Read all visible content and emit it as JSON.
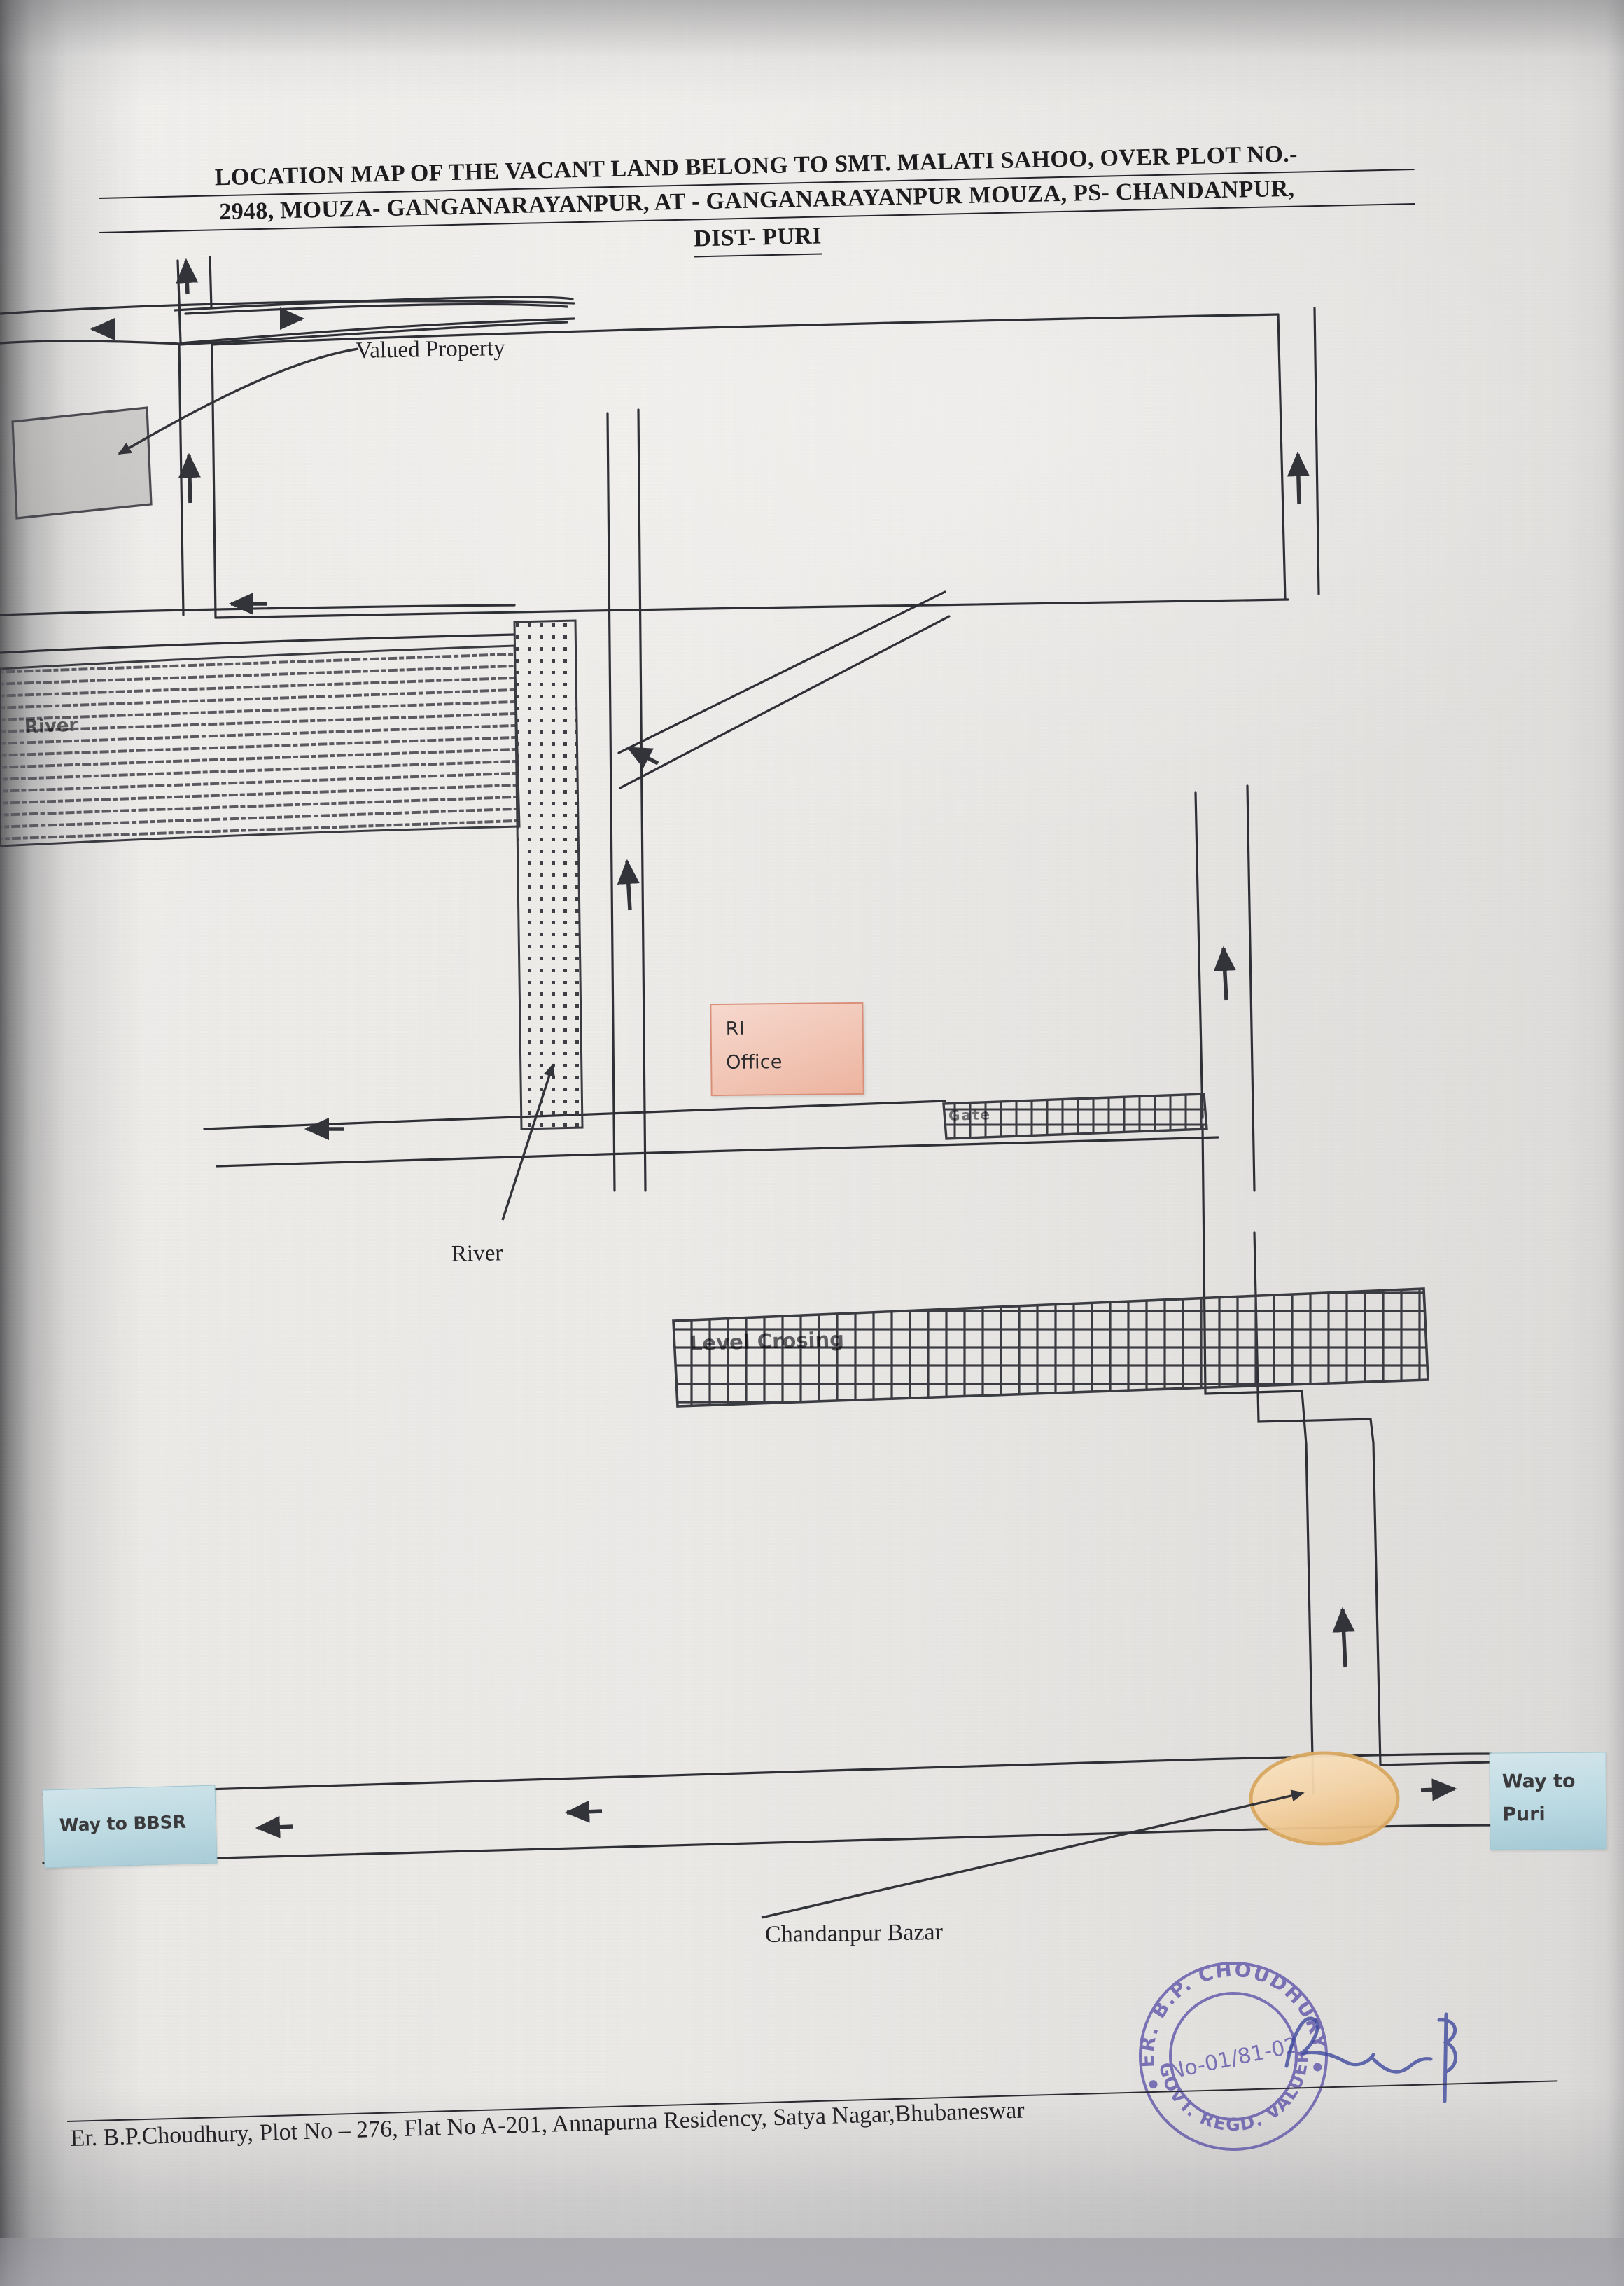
{
  "document": {
    "title_lines": [
      "LOCATION MAP OF THE VACANT LAND BELONG TO SMT. MALATI SAHOO, OVER PLOT NO.-",
      "2948,  MOUZA- GANGANARAYANPUR, AT - GANGANARAYANPUR MOUZA, PS- CHANDANPUR,",
      "DIST- PURI"
    ],
    "footer": "Er. B.P.Choudhury, Plot No – 276, Flat No A-201, Annapurna Residency, Satya Nagar,Bhubaneswar"
  },
  "map": {
    "labels": {
      "valued_property": "Valued Property",
      "river_top": "River",
      "river_bottom": "River",
      "ri_office_line1": "RI",
      "ri_office_line2": "Office",
      "level_crossing": "Level Crosing",
      "gate": "Gate",
      "chandanpur_bazar": "Chandanpur Bazar",
      "way_to_bbsr": "Way to BBSR",
      "way_to_puri_line1": "Way to",
      "way_to_puri_line2": "Puri"
    },
    "icons": {
      "arrow_up": "arrow-up-icon",
      "arrow_left": "arrow-left-icon",
      "arrow_right": "arrow-right-icon",
      "leader_arrow": "leader-line-arrow-icon"
    },
    "colors": {
      "ri_office_fill": "#f1c6b6",
      "ri_office_border": "#d98f77",
      "way_box_fill": "#bdd9e1",
      "way_box_border": "#9cc4cf",
      "bazar_fill": "#f6dcb8",
      "bazar_border": "#d8a85f",
      "ink": "#2a2a30",
      "paper": "#ecebe8",
      "seal_ink": "#5b52a8"
    }
  },
  "seal": {
    "top_arc": "ER. B.P. CHOUDHURY",
    "bottom_arc": "GOVT. REGD. VALUER",
    "center": "No-01/81-02"
  }
}
